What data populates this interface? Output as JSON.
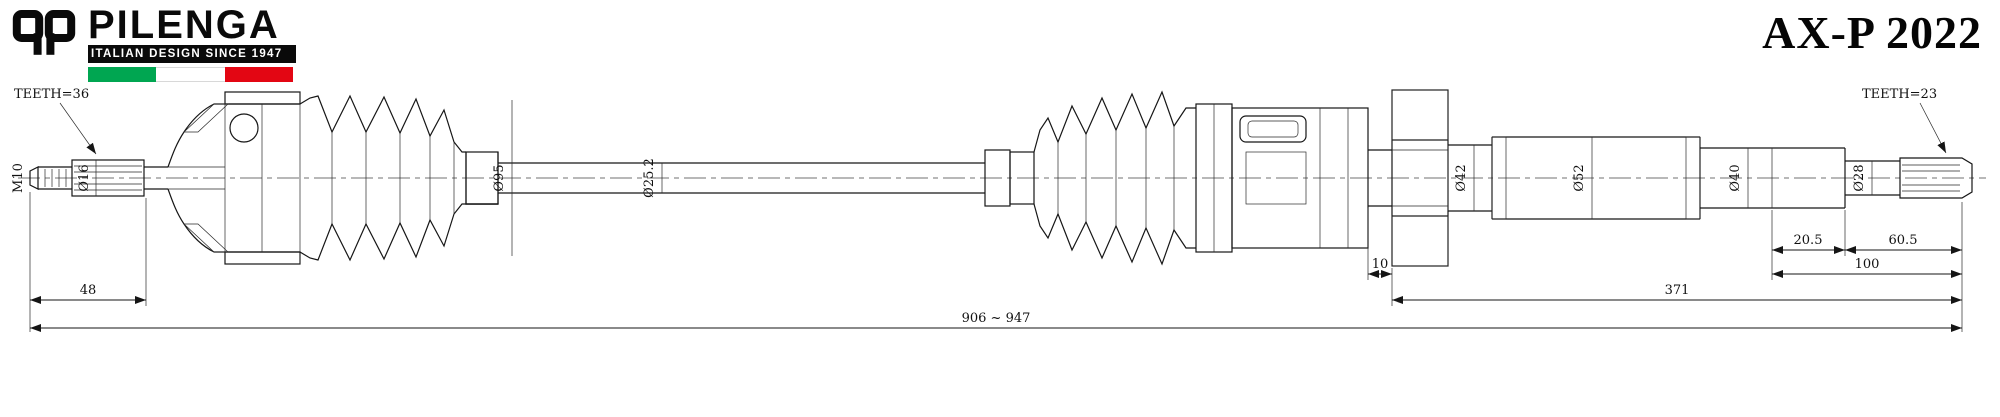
{
  "header": {
    "logo_monogram": "qp",
    "brand": "PILENGA",
    "tagline": "ITALIAN DESIGN SINCE 1947",
    "part_number": "AX-P 2022"
  },
  "drawing": {
    "labels": {
      "teeth_left": "TEETH=36",
      "teeth_right": "TEETH=23",
      "thread_left": "M10",
      "dia_stub_left": "Ø16",
      "dia_boot_left": "Ø95",
      "dia_shaft": "Ø25.2",
      "dia_bearing_seat": "Ø42",
      "dia_damper": "Ø52",
      "dia_seat_right": "Ø40",
      "dia_end_right": "Ø28"
    },
    "dimensions": {
      "left_stub_length": "48",
      "overall_length": "906 ~ 947",
      "right_section_length": "371",
      "bearing_step": "10",
      "end_section_length": "100",
      "seg_short": "20.5",
      "seg_long": "60.5"
    }
  },
  "colors": {
    "ink": "#161616",
    "paper": "#ffffff",
    "flag_green": "#00A651",
    "flag_white": "#ffffff",
    "flag_red": "#E30613"
  }
}
